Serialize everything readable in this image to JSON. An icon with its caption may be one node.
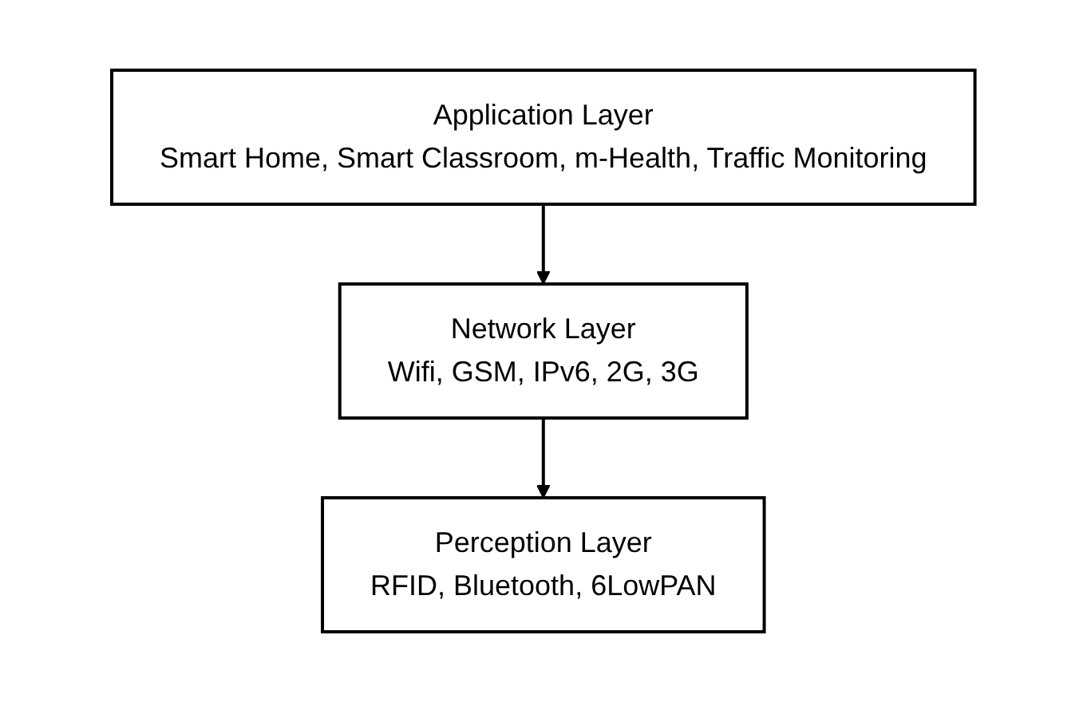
{
  "diagram": {
    "nodes": [
      {
        "text": [
          "Application Layer",
          "Smart Home, Smart Classroom, m-Health, Traffic Monitoring"
        ]
      },
      {
        "text": [
          "Network Layer",
          "Wifi, GSM, IPv6, 2G, 3G"
        ]
      },
      {
        "text": [
          "Perception Layer",
          "RFID, Bluetooth, 6LowPAN"
        ]
      }
    ],
    "edges": [
      {
        "from": 0,
        "to": 1,
        "arrow": "to"
      },
      {
        "from": 1,
        "to": 2,
        "arrow": "to"
      }
    ]
  }
}
